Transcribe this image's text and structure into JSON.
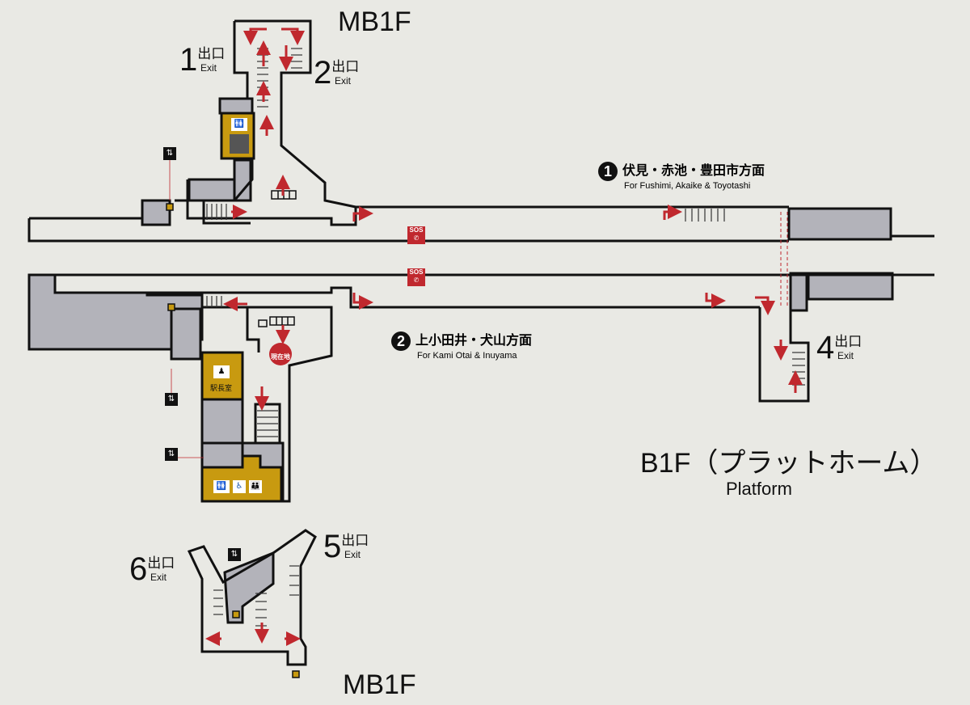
{
  "floors": {
    "top": "MB1F",
    "bottom": "MB1F",
    "platform": "B1F（プラットホーム）",
    "platform_en": "Platform"
  },
  "exits": [
    {
      "num": "1",
      "jp": "出口",
      "en": "Exit"
    },
    {
      "num": "2",
      "jp": "出口",
      "en": "Exit"
    },
    {
      "num": "4",
      "jp": "出口",
      "en": "Exit"
    },
    {
      "num": "5",
      "jp": "出口",
      "en": "Exit"
    },
    {
      "num": "6",
      "jp": "出口",
      "en": "Exit"
    }
  ],
  "directions": [
    {
      "num": "1",
      "jp": "伏見・赤池・豊田市方面",
      "en": "For Fushimi, Akaike & Toyotashi"
    },
    {
      "num": "2",
      "jp": "上小田井・犬山方面",
      "en": "For Kami Otai & Inuyama"
    }
  ],
  "signs": {
    "sos": "SOS",
    "current": "現在地",
    "station_office": "駅長室"
  },
  "icons": [
    "elevator-icon",
    "restroom-icon",
    "accessible-icon",
    "station-master-icon",
    "emergency-phone-icon",
    "current-location-icon"
  ],
  "colors": {
    "background": "#e9e9e4",
    "area_gray": "#b3b3ba",
    "facility": "#c89a10",
    "arrow_red": "#c0282e",
    "line": "#111111"
  }
}
